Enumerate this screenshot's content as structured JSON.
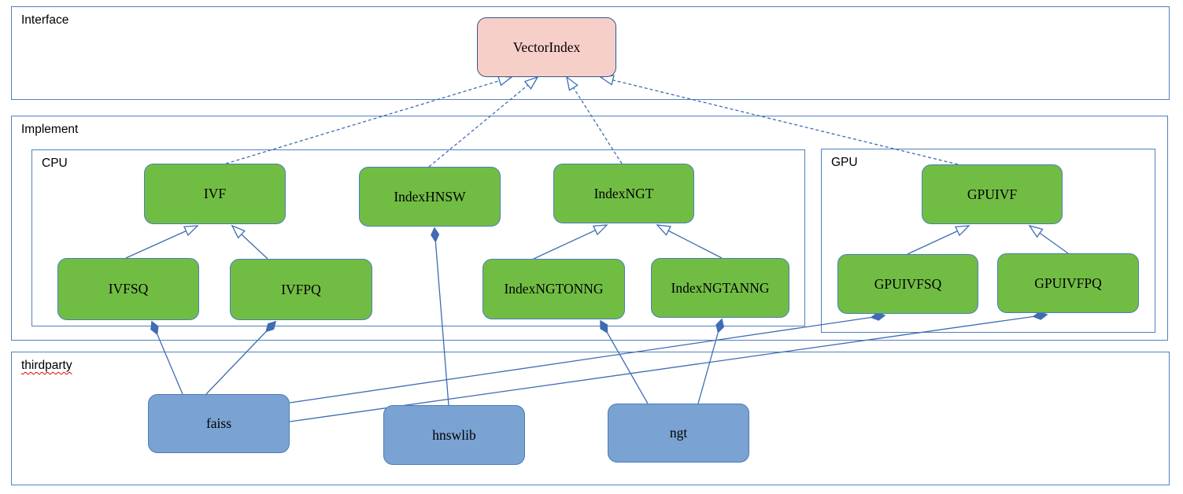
{
  "containers": {
    "interface": "Interface",
    "implement": "Implement",
    "cpu": "CPU",
    "gpu": "GPU",
    "thirdparty": "thirdparty"
  },
  "nodes": {
    "vectorindex": "VectorIndex",
    "ivf": "IVF",
    "indexhnsw": "IndexHNSW",
    "indexngt": "IndexNGT",
    "ivfsq": "IVFSQ",
    "ivfpq": "IVFPQ",
    "indexngtonng": "IndexNGTONNG",
    "indexngtanng": "IndexNGTANNG",
    "gpuivf": "GPUIVF",
    "gpuivfsq": "GPUIVFSQ",
    "gpuivfpq": "GPUIVFPQ",
    "faiss": "faiss",
    "hnswlib": "hnswlib",
    "ngt": "ngt"
  },
  "relations": {
    "realizes_dashed_hollow_arrow": [
      [
        "IVF",
        "VectorIndex"
      ],
      [
        "IndexHNSW",
        "VectorIndex"
      ],
      [
        "IndexNGT",
        "VectorIndex"
      ],
      [
        "GPUIVF",
        "VectorIndex"
      ]
    ],
    "inherits_solid_hollow_arrow": [
      [
        "IVFSQ",
        "IVF"
      ],
      [
        "IVFPQ",
        "IVF"
      ],
      [
        "IndexNGTONNG",
        "IndexNGT"
      ],
      [
        "IndexNGTANNG",
        "IndexNGT"
      ],
      [
        "GPUIVFSQ",
        "GPUIVF"
      ],
      [
        "GPUIVFPQ",
        "GPUIVF"
      ]
    ],
    "composition_filled_diamond": [
      [
        "faiss",
        "IVFSQ"
      ],
      [
        "faiss",
        "IVFPQ"
      ],
      [
        "faiss",
        "GPUIVFSQ"
      ],
      [
        "faiss",
        "GPUIVFPQ"
      ],
      [
        "hnswlib",
        "IndexHNSW"
      ],
      [
        "ngt",
        "IndexNGTONNG"
      ],
      [
        "ngt",
        "IndexNGTANNG"
      ]
    ]
  },
  "colors": {
    "node_green": "#71bd44",
    "node_blue": "#7aa2d2",
    "node_pink": "#f7cfc9",
    "node_border_blue": "#4a7ebb",
    "pink_border": "#30588c",
    "container_border": "#4f81bd",
    "connector_blue": "#3f6cb3",
    "spellcheck_red": "#dd0806",
    "text": "#000000",
    "background": "#ffffff"
  }
}
